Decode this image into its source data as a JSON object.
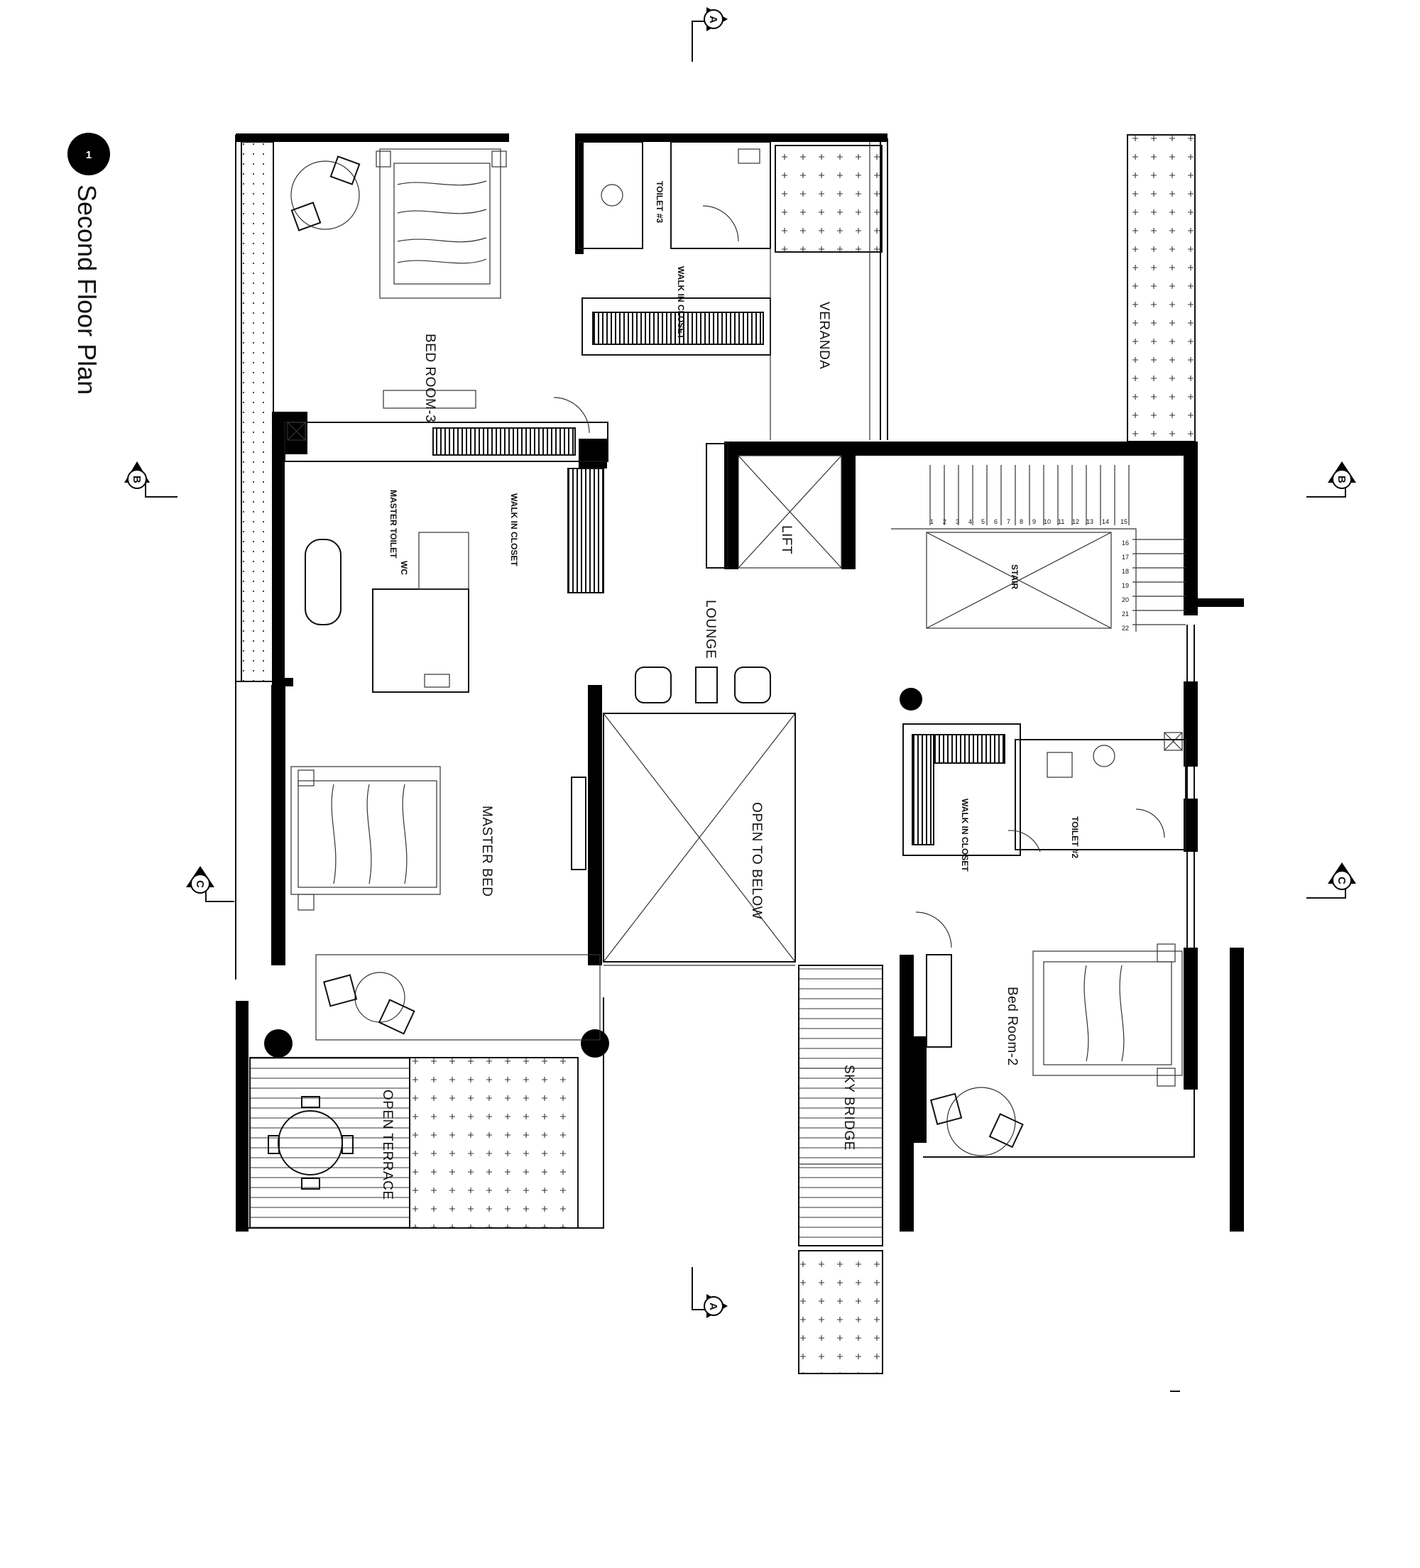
{
  "title": "Second Floor Plan",
  "title_marker": "1",
  "rooms": {
    "bed_room_3": "BED ROOM-3",
    "toilet_3": "TOILET #3",
    "walk_in_closet_3": "WALK IN CLOSET",
    "veranda": "VERANDA",
    "master_toilet": "MASTER TOILET",
    "walk_in_closet_master": "WALK IN CLOSET",
    "wc": "WC",
    "master_bed": "MASTER BED",
    "lift": "LIFT",
    "lounge": "LOUNGE",
    "stair": "STAIR",
    "open_to_below": "OPEN TO BELOW",
    "walk_in_closet_2": "WALK IN CLOSET",
    "toilet_2": "TOILET #2",
    "bed_room_2": "Bed Room-2",
    "sky_bridge": "SKY BRIDGE",
    "open_terrace": "OPEN TERRACE"
  },
  "stair_steps_top": [
    "1",
    "2",
    "3",
    "4",
    "5",
    "6",
    "7",
    "8",
    "9",
    "10",
    "11",
    "12",
    "13",
    "14",
    "15"
  ],
  "stair_steps_side": [
    "16",
    "17",
    "18",
    "19",
    "20",
    "21",
    "22"
  ],
  "section_markers": {
    "a_top": "A",
    "a_bottom": "A",
    "b_left": "B",
    "b_right": "B",
    "c_left": "C",
    "c_right": "C"
  }
}
